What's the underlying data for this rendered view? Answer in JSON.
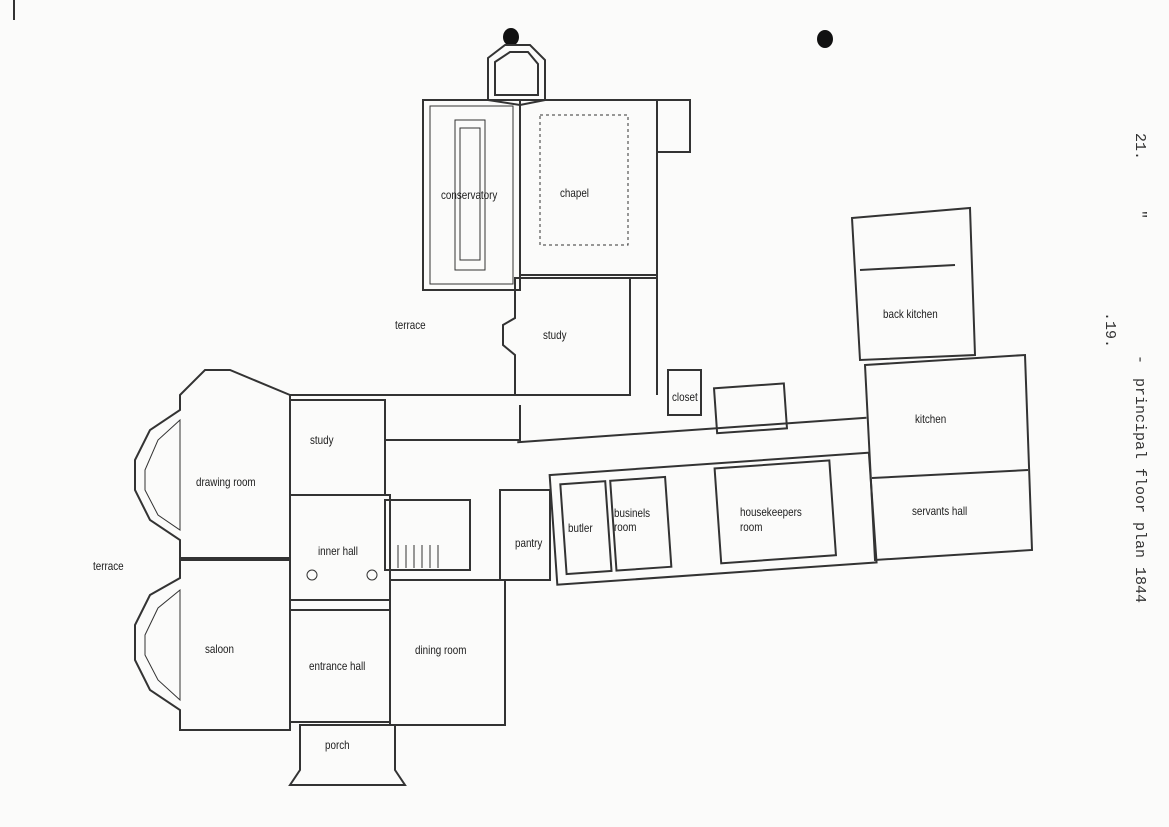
{
  "header": {
    "page_number": "21.",
    "ditto": "\"",
    "figure_number": ".19.",
    "dash": "-",
    "caption": "principal floor plan 1844"
  },
  "rooms": {
    "conservatory": "conservatory",
    "chapel": "chapel",
    "terrace_north": "terrace",
    "study_upper": "study",
    "closet": "closet",
    "back_kitchen": "back kitchen",
    "kitchen": "kitchen",
    "study_lower": "study",
    "drawing_room": "drawing room",
    "inner_hall": "inner hall",
    "pantry": "pantry",
    "butler": "butler",
    "business_room_1": "businels",
    "business_room_2": "room",
    "housekeepers_room_1": "housekeepers",
    "housekeepers_room_2": "room",
    "servants_hall": "servants hall",
    "terrace_west": "terrace",
    "saloon": "saloon",
    "entrance_hall": "entrance hall",
    "dining_room": "dining room",
    "porch": "porch"
  }
}
